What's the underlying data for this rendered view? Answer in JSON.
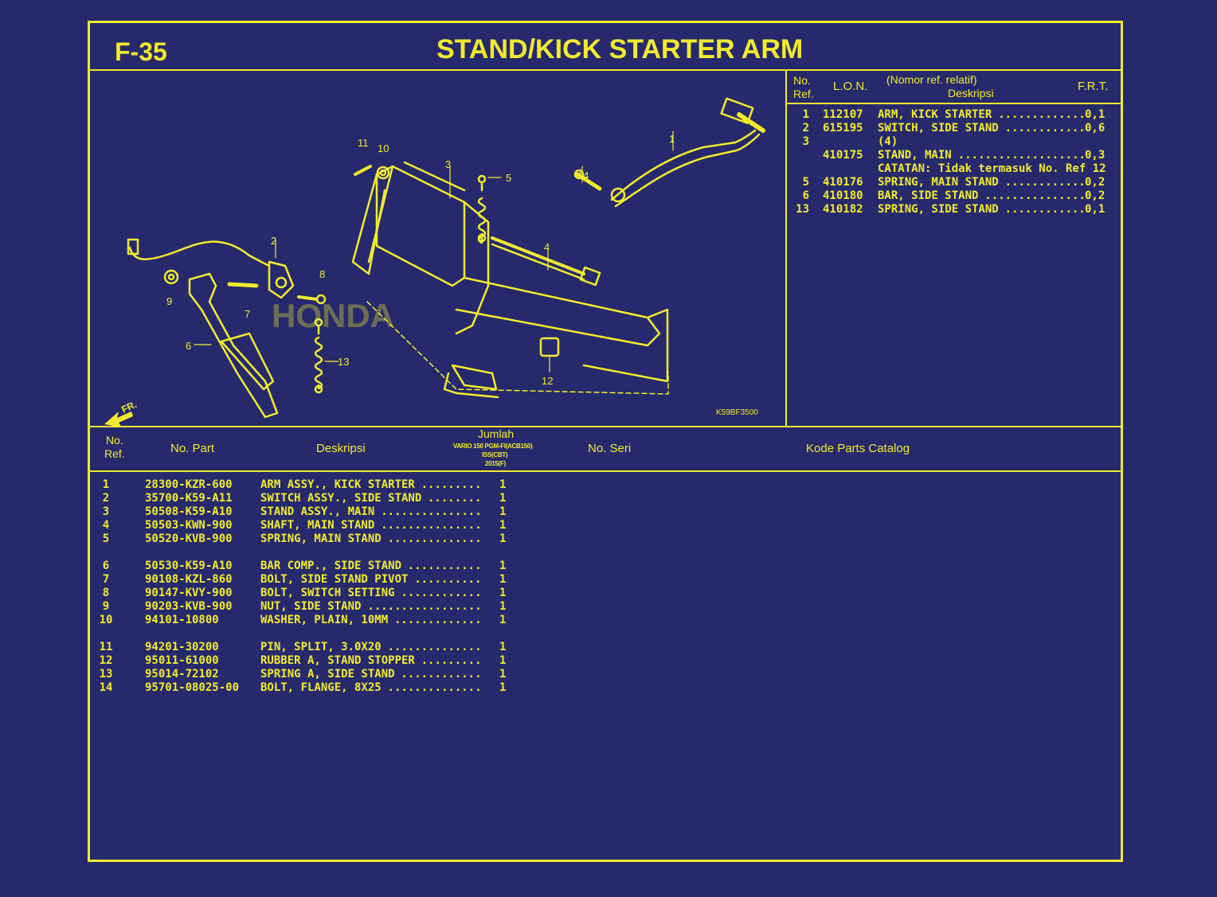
{
  "page": {
    "code": "F-35",
    "title": "STAND/KICK STARTER ARM",
    "diagram_code": "K59BF3500"
  },
  "callouts": [
    "1",
    "2",
    "3",
    "4",
    "5",
    "6",
    "7",
    "8",
    "9",
    "10",
    "11",
    "12",
    "13",
    "14"
  ],
  "frt_table": {
    "headers": {
      "ref": "No.\nRef.",
      "lon": "L.O.N.",
      "desc_top": "(Nomor ref. relatif)",
      "desc": "Deskripsi",
      "frt": "F.R.T."
    },
    "rows": [
      {
        "ref": "1",
        "lon": "112107",
        "desc": "ARM, KICK STARTER",
        "frt": "0,1"
      },
      {
        "ref": "2",
        "lon": "615195",
        "desc": "SWITCH, SIDE STAND",
        "frt": "0,6"
      },
      {
        "ref": "3",
        "lon": "",
        "desc": "(4)",
        "frt": ""
      },
      {
        "ref": "",
        "lon": "410175",
        "desc": "STAND, MAIN",
        "frt": "0,3"
      },
      {
        "ref": "",
        "lon": "",
        "desc": "CATATAN: Tidak termasuk No. Ref 12",
        "frt": ""
      },
      {
        "ref": "5",
        "lon": "410176",
        "desc": "SPRING, MAIN STAND",
        "frt": "0,2"
      },
      {
        "ref": "6",
        "lon": "410180",
        "desc": "BAR, SIDE STAND",
        "frt": "0,2"
      },
      {
        "ref": "13",
        "lon": "410182",
        "desc": "SPRING, SIDE STAND",
        "frt": "0,1"
      }
    ]
  },
  "parts_table": {
    "headers": {
      "ref": "No.\nRef.",
      "part": "No. Part",
      "desc": "Deskripsi",
      "qty": "Jumlah",
      "qty_model1": "VARIO 150 PGM-FI(ACB150)",
      "qty_model2": "ISS(CBT)",
      "qty_model3": "2015(F)",
      "serial": "No. Seri",
      "catalog": "Kode Parts Catalog"
    },
    "rows": [
      {
        "ref": "1",
        "part": "28300-KZR-600",
        "desc": "ARM ASSY., KICK STARTER",
        "qty": "1"
      },
      {
        "ref": "2",
        "part": "35700-K59-A11",
        "desc": "SWITCH ASSY., SIDE STAND",
        "qty": "1"
      },
      {
        "ref": "3",
        "part": "50508-K59-A10",
        "desc": "STAND ASSY., MAIN",
        "qty": "1"
      },
      {
        "ref": "4",
        "part": "50503-KWN-900",
        "desc": "SHAFT, MAIN STAND",
        "qty": "1"
      },
      {
        "ref": "5",
        "part": "50520-KVB-900",
        "desc": "SPRING, MAIN STAND",
        "qty": "1"
      },
      {
        "ref": "6",
        "part": "50530-K59-A10",
        "desc": "BAR COMP., SIDE STAND",
        "qty": "1"
      },
      {
        "ref": "7",
        "part": "90108-KZL-860",
        "desc": "BOLT, SIDE STAND PIVOT",
        "qty": "1"
      },
      {
        "ref": "8",
        "part": "90147-KVY-900",
        "desc": "BOLT, SWITCH SETTING",
        "qty": "1"
      },
      {
        "ref": "9",
        "part": "90203-KVB-900",
        "desc": "NUT, SIDE STAND",
        "qty": "1"
      },
      {
        "ref": "10",
        "part": "94101-10800",
        "desc": "WASHER, PLAIN, 10MM",
        "qty": "1"
      },
      {
        "ref": "11",
        "part": "94201-30200",
        "desc": "PIN, SPLIT, 3.0X20",
        "qty": "1"
      },
      {
        "ref": "12",
        "part": "95011-61000",
        "desc": "RUBBER A, STAND STOPPER",
        "qty": "1"
      },
      {
        "ref": "13",
        "part": "95014-72102",
        "desc": "SPRING A, SIDE STAND",
        "qty": "1"
      },
      {
        "ref": "14",
        "part": "95701-08025-00",
        "desc": "BOLT, FLANGE, 8X25",
        "qty": "1"
      }
    ]
  },
  "drawing": {
    "front_label": "FR.",
    "watermark": "HONDA"
  },
  "colors": {
    "background": "#262a6c",
    "ink": "#f2ea2e"
  }
}
